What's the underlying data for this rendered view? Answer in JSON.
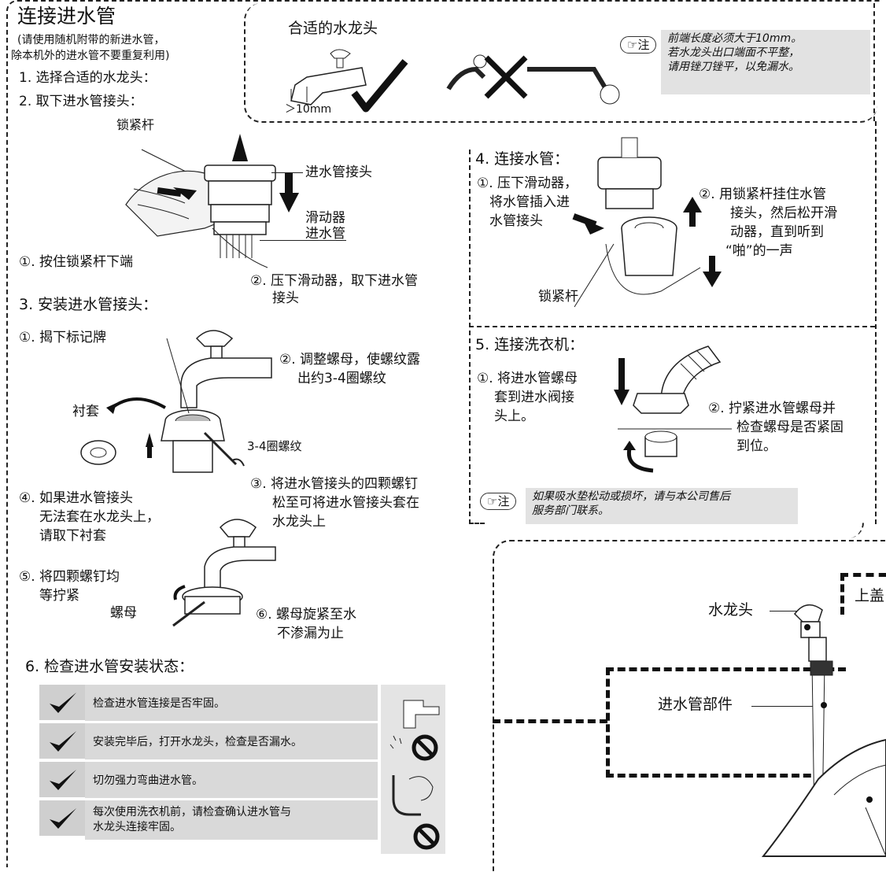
{
  "left": {
    "title": "连接进水管",
    "subtitle_line1": "(请使用随机附带的新进水管，",
    "subtitle_line2": "除本机外的进水管不要重复利用)",
    "step1": "1. 选择合适的水龙头：",
    "step2": "2. 取下进水管接头：",
    "lock_lever": "锁紧杆",
    "inlet_connector": "进水管接头",
    "slider": "滑动器",
    "inlet_hose": "进水管",
    "step2_a": "①. 按住锁紧杆下端",
    "step2_b_line1": "②. 压下滑动器，取下进水管",
    "step2_b_line2": "接头",
    "step3": "3. 安装进水管接头：",
    "step3_1": "①. 揭下标记牌",
    "step3_2_line1": "②. 调整螺母，使螺纹露",
    "step3_2_line2": "出约3-4圈螺纹",
    "bushing": "衬套",
    "threads": "3-4圈螺纹",
    "step3_3_line1": "③. 将进水管接头的四颗螺钉",
    "step3_3_line2": "松至可将进水管接头套在",
    "step3_3_line3": "水龙头上",
    "step3_4_line1": "④. 如果进水管接头",
    "step3_4_line2": "无法套在水龙头上，",
    "step3_4_line3": "请取下衬套",
    "step3_5_line1": "⑤. 将四颗螺钉均",
    "step3_5_line2": "等拧紧",
    "nut": "螺母",
    "step3_6_line1": "⑥. 螺母旋紧至水",
    "step3_6_line2": "不渗漏为止",
    "step6": "6. 检查进水管安装状态：",
    "checks": [
      "检查进水管连接是否牢固。",
      "安装完毕后，打开水龙头，检查是否漏水。",
      "切勿强力弯曲进水管。",
      "每次使用洗衣机前，请检查确认进水管与\n水龙头连接牢固。"
    ]
  },
  "faucet_box": {
    "title": "合适的水龙头",
    "measure": "＞10mm",
    "note_badge": "注",
    "note_line1": "前端长度必须大于10mm。",
    "note_line2": "若水龙头出口端面不平整，",
    "note_line3": "请用锉刀锉平，以免漏水。"
  },
  "step4": {
    "title": "4. 连接水管：",
    "a_line1": "①. 压下滑动器，",
    "a_line2": "将水管插入进",
    "a_line3": "水管接头",
    "b_line1": "②. 用锁紧杆挂住水管",
    "b_line2": "接头，然后松开滑",
    "b_line3": "动器，直到听到",
    "b_line4": "“啪”的一声",
    "lock_lever": "锁紧杆"
  },
  "step5": {
    "title": "5. 连接洗衣机：",
    "a_line1": "①. 将进水管螺母",
    "a_line2": "套到进水阀接",
    "a_line3": "头上。",
    "b_line1": "②. 拧紧进水管螺母并",
    "b_line2": "检查螺母是否紧固",
    "b_line3": "到位。",
    "note_badge": "注",
    "note_line1": "如果吸水垫松动或损坏，请与本公司售后",
    "note_line2": "服务部门联系。"
  },
  "overview": {
    "top_cover": "上盖",
    "faucet": "水龙头",
    "hose_parts": "进水管部件"
  }
}
